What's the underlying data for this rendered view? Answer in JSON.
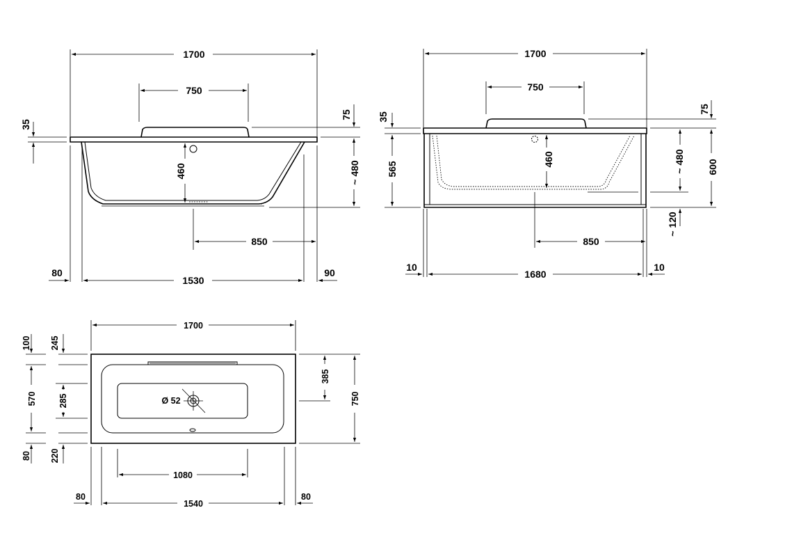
{
  "front_view": {
    "overall_length": "1700",
    "headrest_width": "750",
    "rim_height": "35",
    "headrest_height": "75",
    "inner_depth": "460",
    "overall_depth": "~ 480",
    "drain_offset": "850",
    "left_margin": "80",
    "inner_length": "1530",
    "right_margin": "90"
  },
  "side_view": {
    "overall_length": "1700",
    "headrest_width": "750",
    "rim_height": "35",
    "headrest_height": "75",
    "panel_height": "565",
    "inner_depth": "460",
    "bath_depth": "~ 480",
    "overall_height": "600",
    "foot_clearance": "~ 120",
    "drain_offset": "850",
    "left_offset": "10",
    "panel_length": "1680",
    "right_offset": "10"
  },
  "top_view": {
    "overall_length": "1700",
    "top_rim": "100",
    "top_inner": "245",
    "inner_width": "570",
    "inner_flat_width": "285",
    "bottom_rim": "80",
    "bottom_inner": "220",
    "drain_offset": "385",
    "overall_width": "750",
    "drain_diameter": "Ø 52",
    "flat_length": "1080",
    "left_rim": "80",
    "inner_length": "1540",
    "right_rim": "80"
  }
}
